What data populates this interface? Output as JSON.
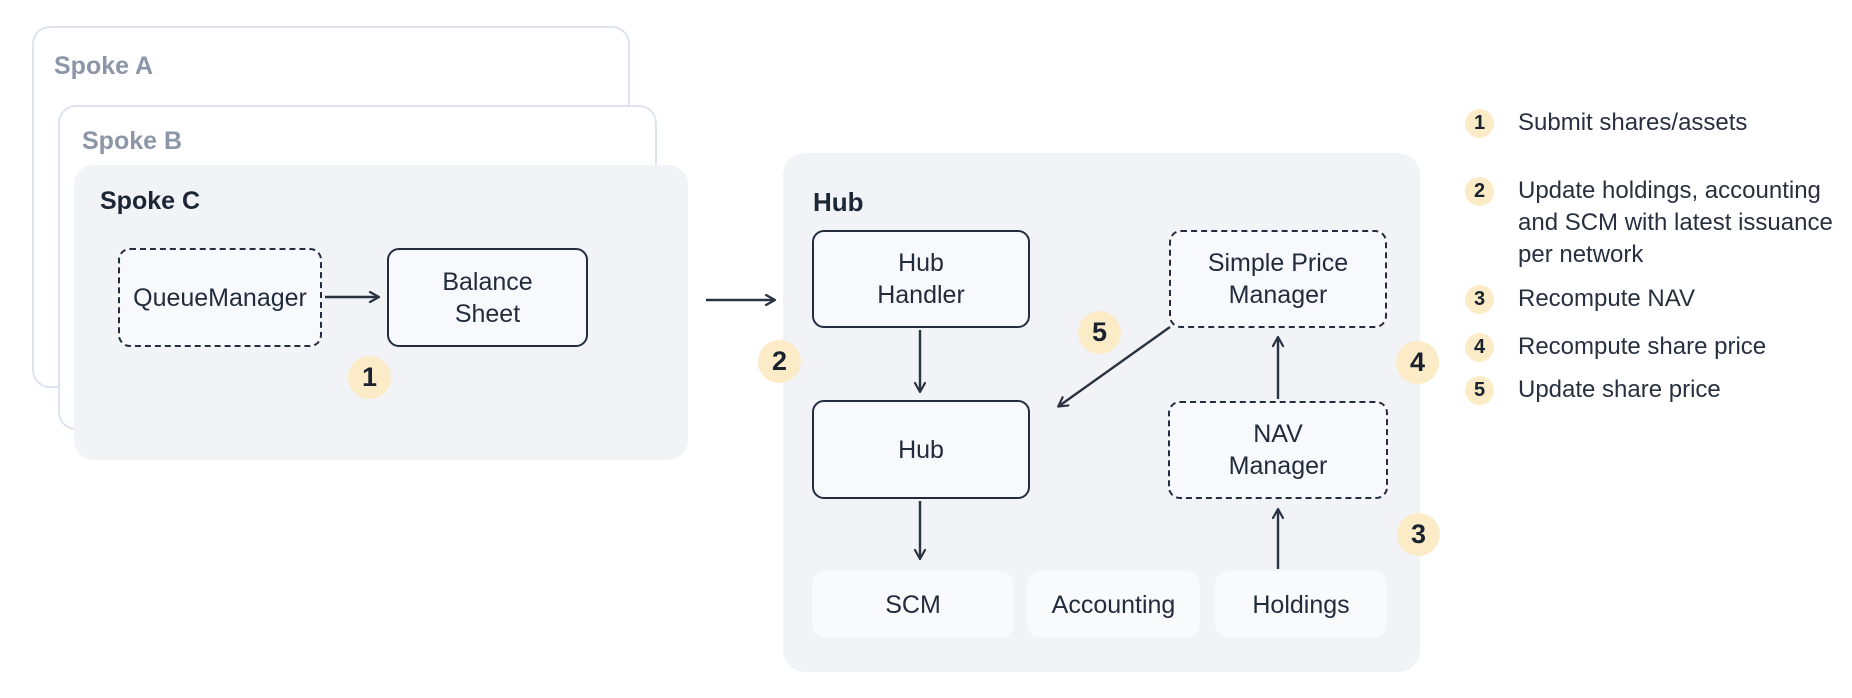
{
  "cards": {
    "spoke_a": {
      "title": "Spoke A"
    },
    "spoke_b": {
      "title": "Spoke B"
    },
    "spoke_c": {
      "title": "Spoke C",
      "nodes": {
        "queue_manager": "QueueManager",
        "balance_sheet": "Balance Sheet"
      }
    }
  },
  "hub": {
    "title": "Hub",
    "nodes": {
      "hub_handler": "Hub Handler",
      "hub": "Hub",
      "simple_price_manager": "Simple Price Manager",
      "nav_manager": "NAV Manager",
      "scm": "SCM",
      "accounting": "Accounting",
      "holdings": "Holdings"
    }
  },
  "step_badges": {
    "one": "1",
    "two": "2",
    "three": "3",
    "four": "4",
    "five": "5"
  },
  "legend": {
    "items": [
      {
        "num": "1",
        "text": "Submit shares/assets"
      },
      {
        "num": "2",
        "text": "Update holdings, accounting and SCM with latest issuance per network"
      },
      {
        "num": "3",
        "text": "Recompute NAV"
      },
      {
        "num": "4",
        "text": "Recompute share price"
      },
      {
        "num": "5",
        "text": "Update share price"
      }
    ]
  },
  "colors": {
    "container_bg": "#f1f3f7",
    "node_bg": "#f7f9fc",
    "node_border": "#232d3f",
    "card_border": "#dde3ee",
    "muted_title": "#8d96a8",
    "dark_text": "#1e2836",
    "badge_bg": "#fbecc7",
    "arrow": "#2a3342"
  }
}
